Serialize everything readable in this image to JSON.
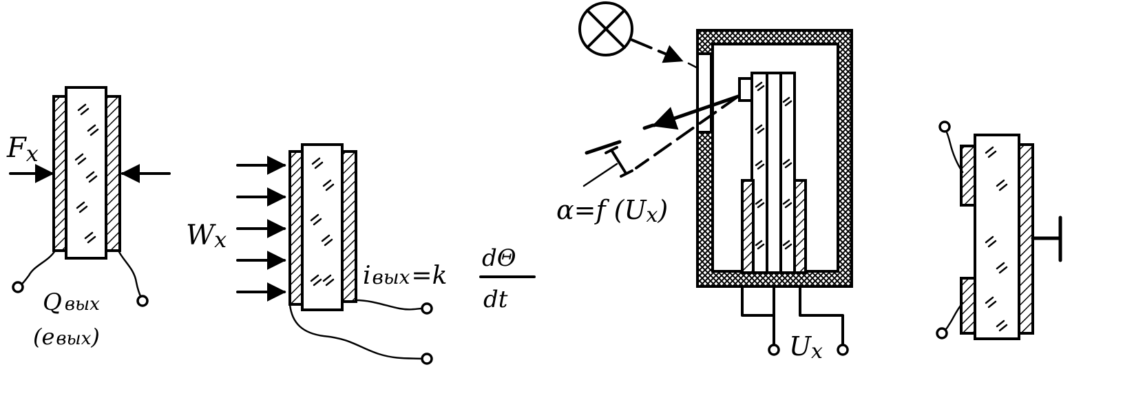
{
  "figure_1": {
    "force_label": "F",
    "force_sub": "x",
    "output_main": "Q",
    "output_sub": "вых",
    "output_alt_open": "(e",
    "output_alt_sub": "вых",
    "output_alt_close": ")"
  },
  "figure_2": {
    "radiation_label": "W",
    "radiation_sub": "x",
    "current_main": "i",
    "current_sub": "вых",
    "eq_text": "=k",
    "frac_num": "dΘ",
    "frac_den": "dt"
  },
  "figure_3": {
    "angle_formula": "α=f (U",
    "angle_sub": "x",
    "angle_close": ")",
    "voltage_label": "U",
    "voltage_sub": "x"
  },
  "figure_4": {}
}
